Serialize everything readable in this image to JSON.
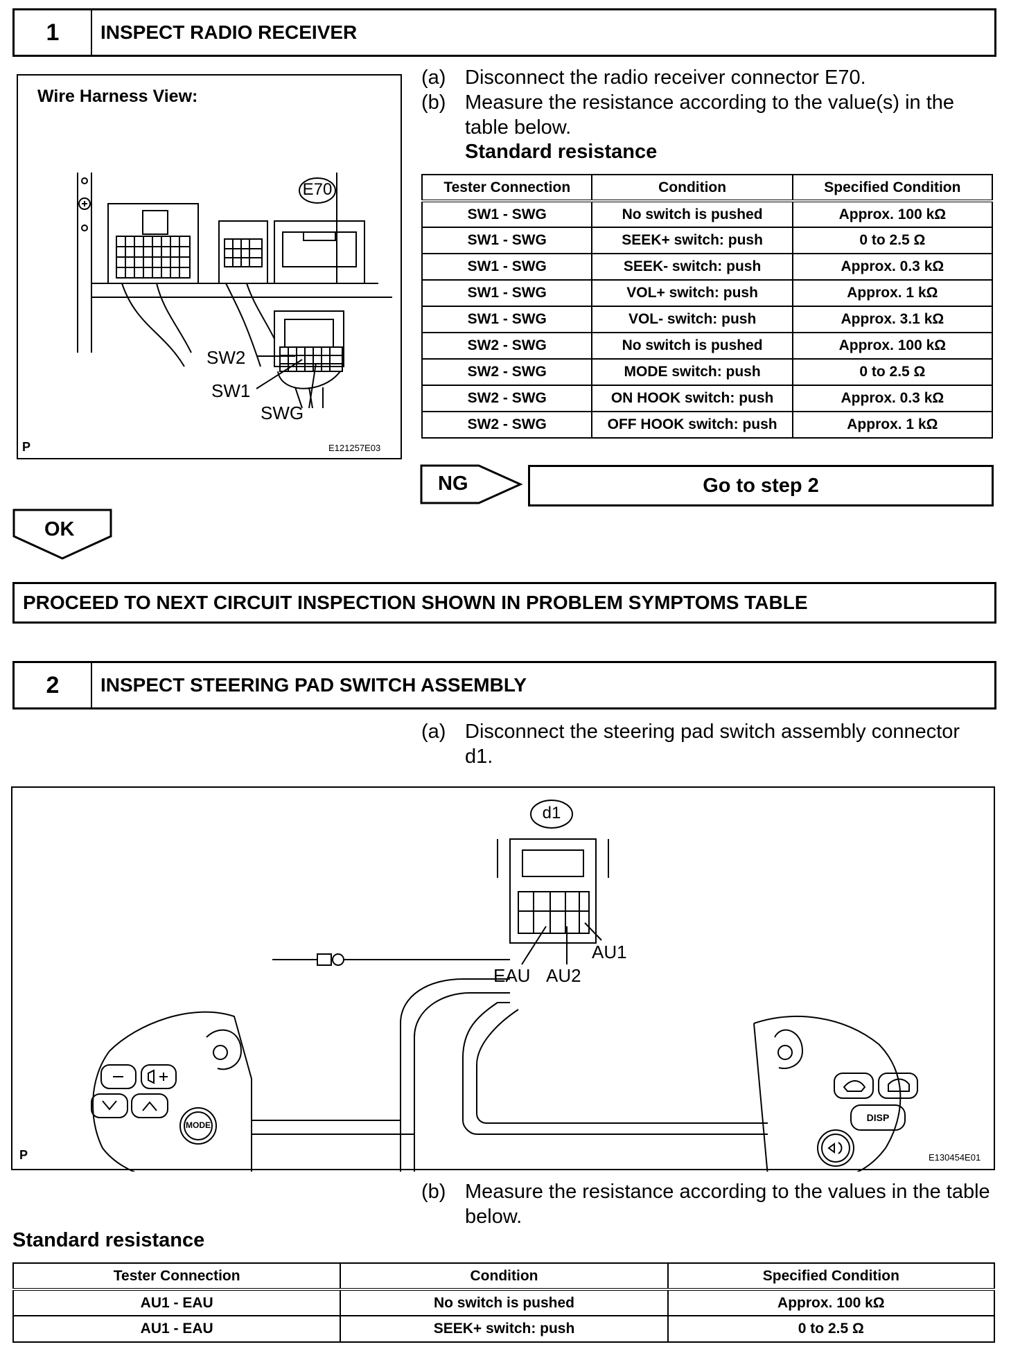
{
  "step1": {
    "number": "1",
    "title": "INSPECT RADIO RECEIVER",
    "figure": {
      "heading": "Wire Harness View:",
      "connector": "E70",
      "labels": [
        "SW2",
        "SW1",
        "SWG"
      ],
      "corner": "P",
      "code": "E121257E03"
    },
    "instructions": [
      {
        "label": "(a)",
        "text": "Disconnect the radio receiver connector E70."
      },
      {
        "label": "(b)",
        "text": "Measure the resistance according to the value(s) in the table below."
      }
    ],
    "standard_label": "Standard resistance",
    "table": {
      "headers": [
        "Tester Connection",
        "Condition",
        "Specified Condition"
      ],
      "rows": [
        [
          "SW1 - SWG",
          "No switch is pushed",
          "Approx. 100 kΩ"
        ],
        [
          "SW1 - SWG",
          "SEEK+ switch: push",
          "0 to 2.5 Ω"
        ],
        [
          "SW1 - SWG",
          "SEEK- switch: push",
          "Approx. 0.3 kΩ"
        ],
        [
          "SW1 - SWG",
          "VOL+ switch: push",
          "Approx. 1 kΩ"
        ],
        [
          "SW1 - SWG",
          "VOL- switch: push",
          "Approx. 3.1 kΩ"
        ],
        [
          "SW2 - SWG",
          "No switch is pushed",
          "Approx. 100 kΩ"
        ],
        [
          "SW2 - SWG",
          "MODE switch: push",
          "0 to 2.5 Ω"
        ],
        [
          "SW2 - SWG",
          "ON HOOK switch: push",
          "Approx. 0.3 kΩ"
        ],
        [
          "SW2 - SWG",
          "OFF HOOK switch: push",
          "Approx. 1 kΩ"
        ]
      ]
    },
    "ng_label": "NG",
    "ng_target": "Go to step 2",
    "ok_label": "OK",
    "proceed": "PROCEED TO NEXT CIRCUIT INSPECTION SHOWN IN PROBLEM SYMPTOMS TABLE"
  },
  "step2": {
    "number": "2",
    "title": "INSPECT STEERING PAD SWITCH ASSEMBLY",
    "instruction_a": {
      "label": "(a)",
      "text": "Disconnect the steering pad switch assembly connector d1."
    },
    "figure": {
      "connector": "d1",
      "labels": [
        "EAU",
        "AU2",
        "AU1"
      ],
      "buttons": [
        "MODE",
        "DISP"
      ],
      "corner": "P",
      "code": "E130454E01"
    },
    "instruction_b": {
      "label": "(b)",
      "text": "Measure the resistance according to the values in the table below."
    },
    "standard_label": "Standard resistance",
    "table": {
      "headers": [
        "Tester Connection",
        "Condition",
        "Specified Condition"
      ],
      "rows": [
        [
          "AU1 - EAU",
          "No switch is pushed",
          "Approx. 100 kΩ"
        ],
        [
          "AU1 - EAU",
          "SEEK+ switch: push",
          "0 to 2.5 Ω"
        ]
      ]
    }
  }
}
